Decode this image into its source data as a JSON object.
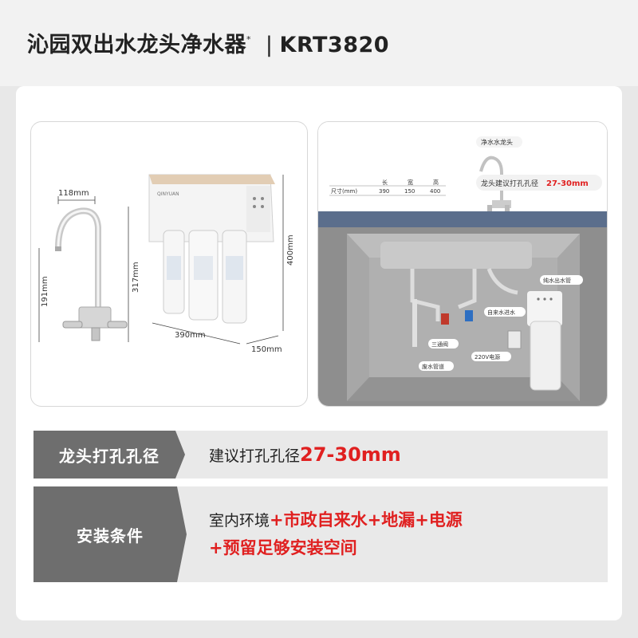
{
  "header": {
    "title_cn": "沁园双出水龙头净水器",
    "title_mark": "*",
    "separator": "|",
    "model": "KRT3820"
  },
  "left_panel": {
    "faucet_width": "118mm",
    "faucet_spout_height": "191mm",
    "faucet_total_height": "317mm",
    "purifier_width": "390mm",
    "purifier_depth": "150mm",
    "purifier_height": "400mm",
    "brand_logo": "QINYUAN"
  },
  "right_panel": {
    "size_table": {
      "headers": [
        "长",
        "宽",
        "高"
      ],
      "row_label": "尺寸(mm)",
      "values": [
        "390",
        "150",
        "400"
      ]
    },
    "faucet_label": "净水水龙头",
    "hole_label_prefix": "龙头建议打孔孔径",
    "hole_value": "27-30mm",
    "callouts": {
      "pure_water_out": "纯水出水管",
      "tap_water_in": "自来水进水",
      "three_way_valve": "三通阀",
      "power": "220V电源",
      "waste_pipe": "废水管道"
    }
  },
  "rows": {
    "hole": {
      "label": "龙头打孔孔径",
      "text_prefix": "建议打孔孔径",
      "text_value": "27-30mm"
    },
    "install": {
      "label": "安装条件",
      "line1_prefix": "室内环境",
      "line1_red": "+市政自来水+地漏+电源",
      "line2_red": "+预留足够安装空间"
    }
  },
  "colors": {
    "accent_red": "#e02020",
    "label_bg": "#6e6e6e",
    "row_bg": "#e9e9e9",
    "cabinet_blue": "#5b6e8c"
  }
}
